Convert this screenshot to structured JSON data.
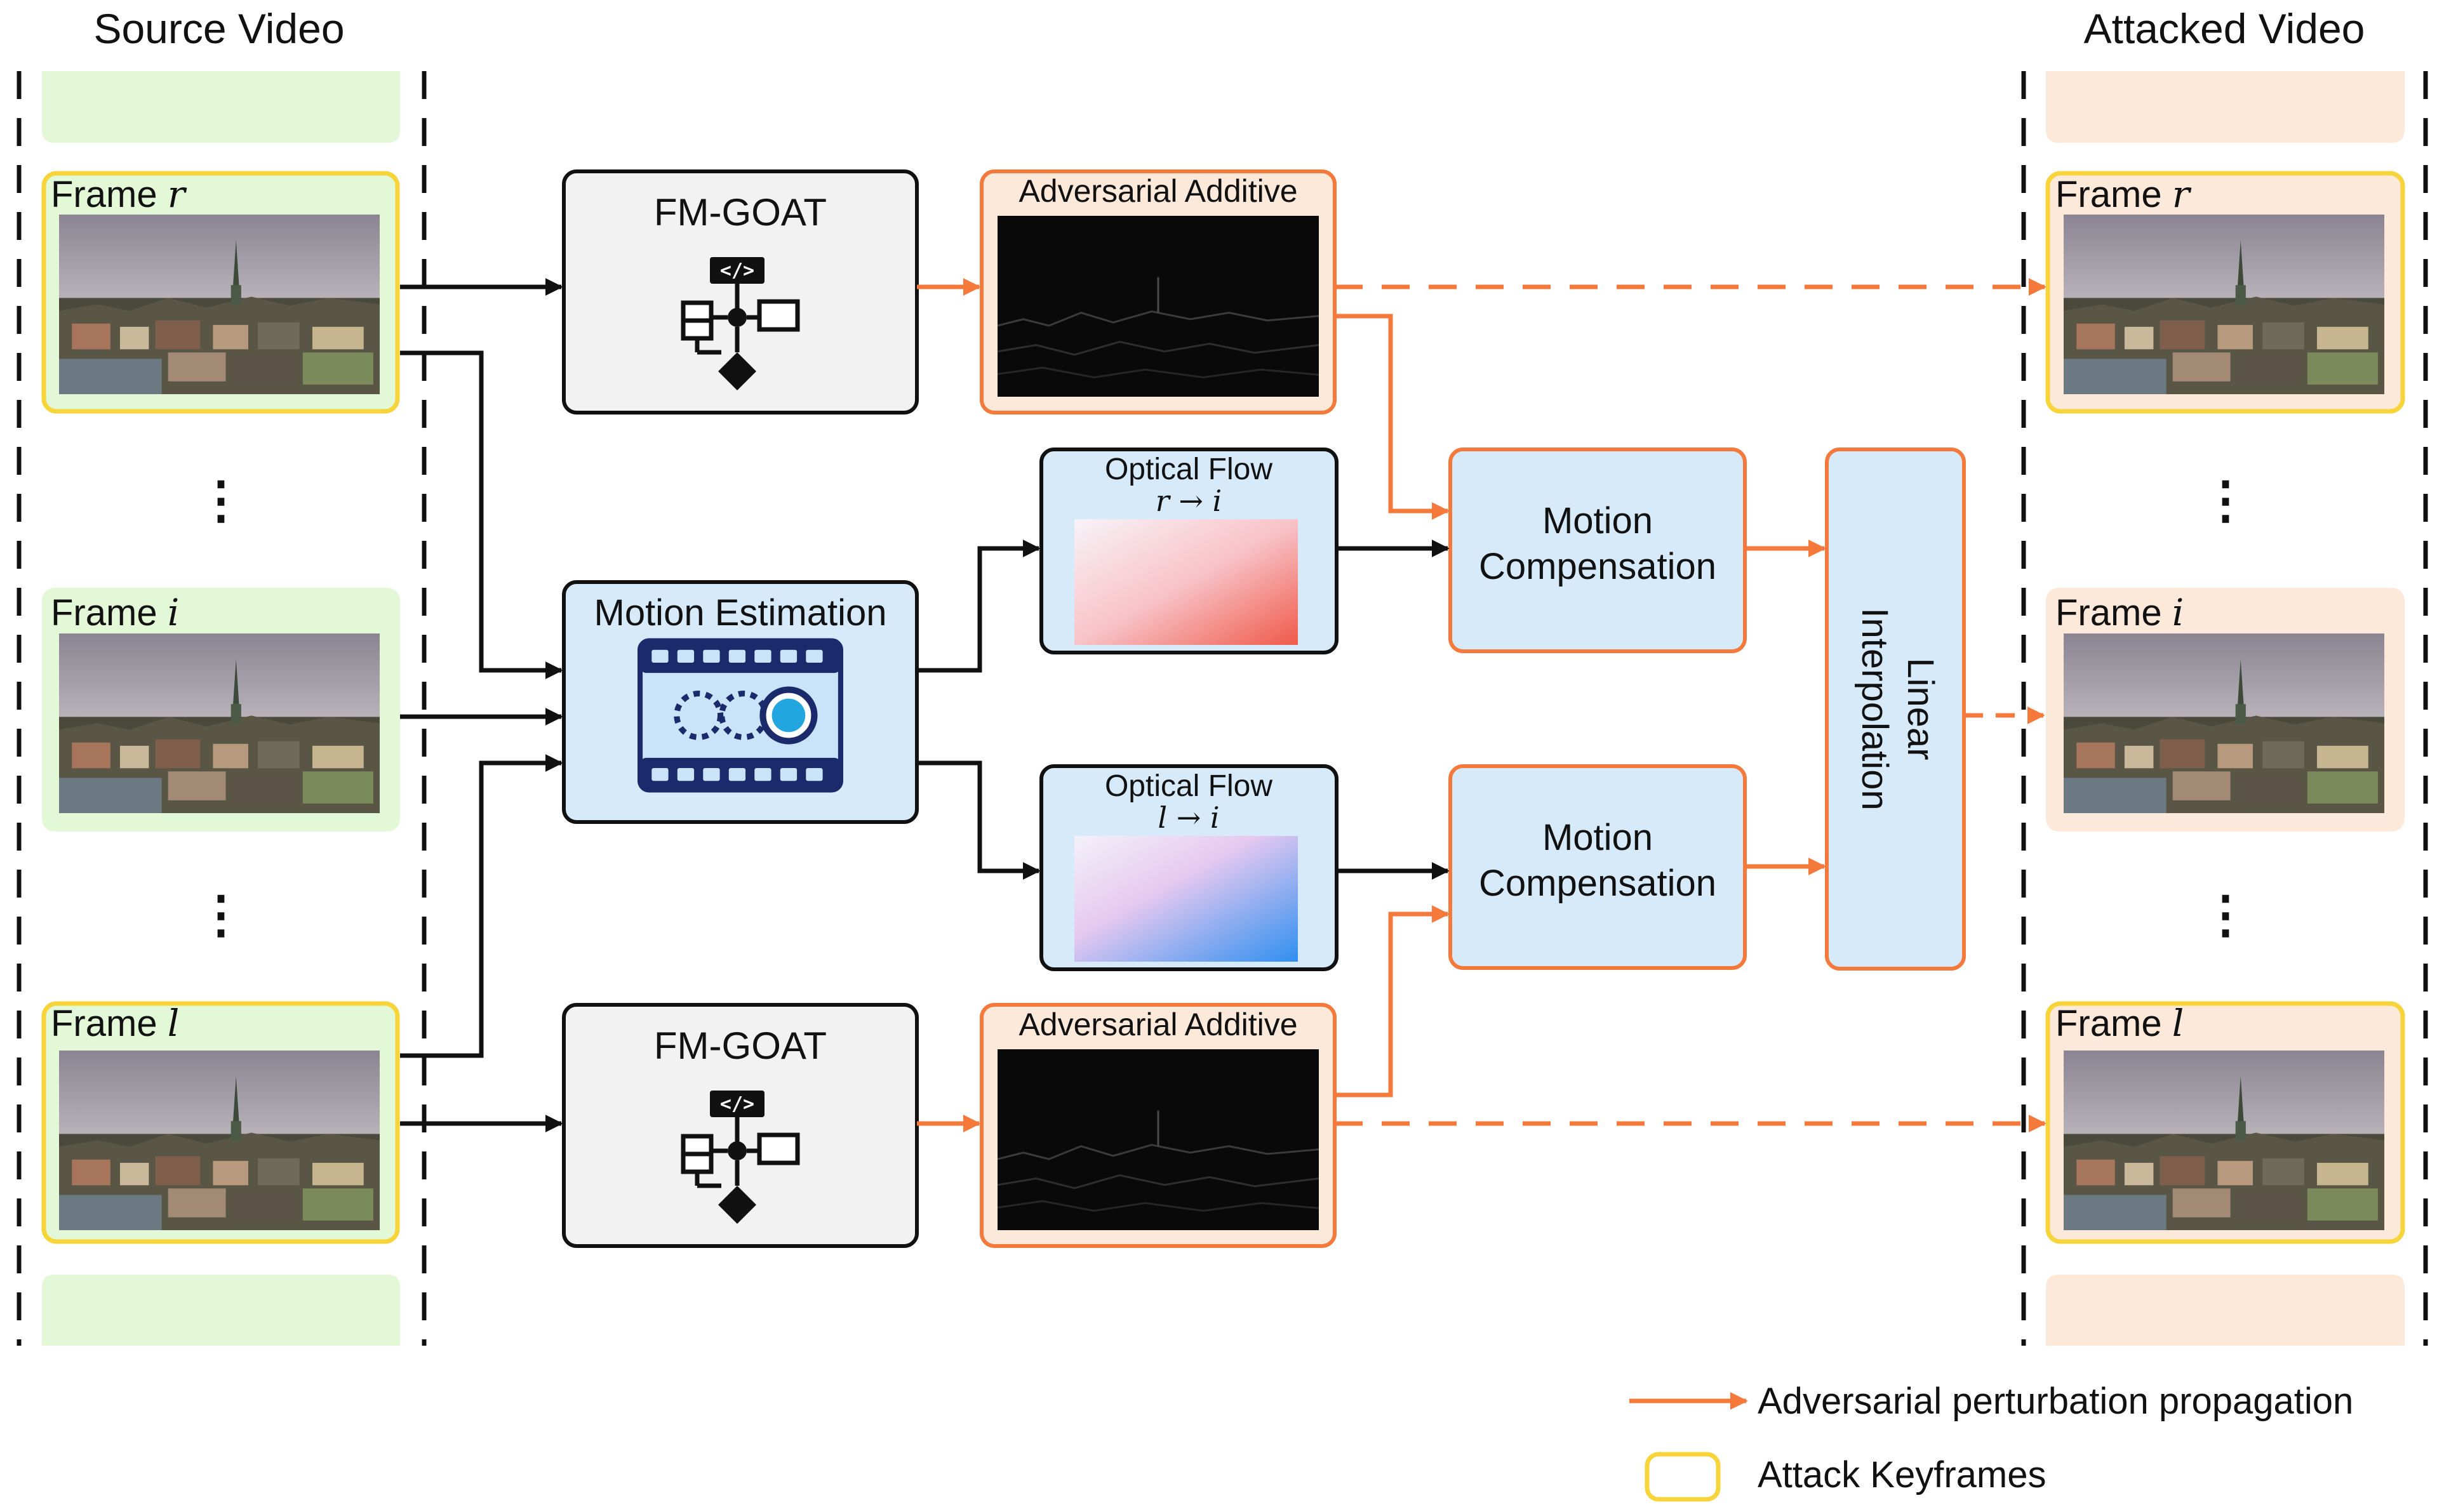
{
  "source": {
    "title": "Source Video",
    "frames": [
      {
        "prefix": "Frame ",
        "var": "r"
      },
      {
        "prefix": "Frame ",
        "var": "i"
      },
      {
        "prefix": "Frame ",
        "var": "l"
      }
    ]
  },
  "attacked": {
    "title": "Attacked Video",
    "frames": [
      {
        "prefix": "Frame ",
        "var": "r"
      },
      {
        "prefix": "Frame ",
        "var": "i"
      },
      {
        "prefix": "Frame ",
        "var": "l"
      }
    ]
  },
  "ellipsis": "⋮",
  "blocks": {
    "fm_goat_top": "FM-GOAT",
    "fm_goat_bottom": "FM-GOAT",
    "adv_top": "Adversarial Additive",
    "adv_bottom": "Adversarial Additive",
    "motion_estimation": "Motion Estimation",
    "flow_top": {
      "title": "Optical Flow",
      "formula": "r → i"
    },
    "flow_bottom": {
      "title": "Optical Flow",
      "formula": "l → i"
    },
    "mc_top": [
      "Motion",
      "Compensation"
    ],
    "mc_bottom": [
      "Motion",
      "Compensation"
    ],
    "linear_interp": [
      "Linear",
      "Interpolation"
    ]
  },
  "legend": {
    "propagation": "Adversarial perturbation propagation",
    "keyframes": "Attack Keyframes"
  },
  "colors": {
    "orange": "#F4793B",
    "green_fill": "#E3F8D6",
    "peach_fill": "#FDE9DA",
    "yellow_border": "#F6D43A",
    "blue_fill": "#D6EAFA",
    "gray_fill": "#F2F2F2",
    "icon_navy": "#1B2A6B",
    "icon_cyan": "#21A6E0"
  }
}
